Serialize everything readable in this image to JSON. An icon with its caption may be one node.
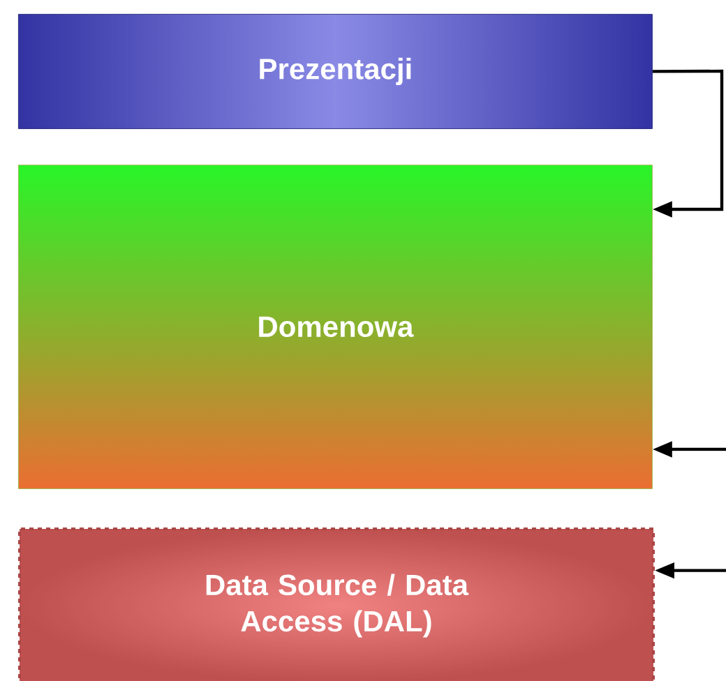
{
  "diagram": {
    "nodes": [
      {
        "text": [
          "Prezentacji"
        ]
      },
      {
        "text": [
          "Domenowa"
        ]
      },
      {
        "text": [
          "Data Source / Data Access (DAL)"
        ]
      }
    ],
    "edges": [
      {
        "from": 0,
        "to": 1,
        "arrow": "to"
      },
      {
        "from": null,
        "to": 1,
        "arrow": "to"
      },
      {
        "from": null,
        "to": 2,
        "arrow": "to"
      }
    ]
  }
}
